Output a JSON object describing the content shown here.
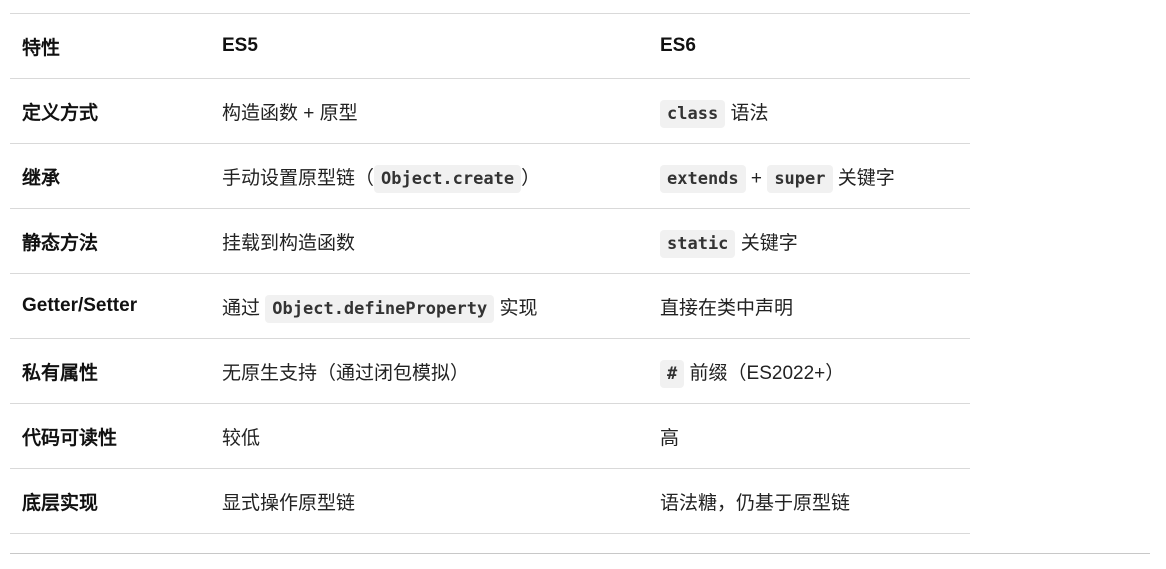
{
  "table": {
    "headers": [
      "特性",
      "ES5",
      "ES6"
    ],
    "rows": [
      {
        "feature": "定义方式",
        "es5": [
          {
            "t": "构造函数 + 原型"
          }
        ],
        "es6": [
          {
            "t": "class",
            "code": true
          },
          {
            "t": " 语法"
          }
        ]
      },
      {
        "feature": "继承",
        "es5": [
          {
            "t": "手动设置原型链（"
          },
          {
            "t": "Object.create",
            "code": true
          },
          {
            "t": "）"
          }
        ],
        "es6": [
          {
            "t": "extends",
            "code": true
          },
          {
            "t": " + "
          },
          {
            "t": "super",
            "code": true
          },
          {
            "t": " 关键字"
          }
        ]
      },
      {
        "feature": "静态方法",
        "es5": [
          {
            "t": "挂载到构造函数"
          }
        ],
        "es6": [
          {
            "t": "static",
            "code": true
          },
          {
            "t": " 关键字"
          }
        ]
      },
      {
        "feature": "Getter/Setter",
        "es5": [
          {
            "t": "通过 "
          },
          {
            "t": "Object.defineProperty",
            "code": true
          },
          {
            "t": " 实现"
          }
        ],
        "es6": [
          {
            "t": "直接在类中声明"
          }
        ]
      },
      {
        "feature": "私有属性",
        "es5": [
          {
            "t": "无原生支持（通过闭包模拟）"
          }
        ],
        "es6": [
          {
            "t": "#",
            "code": true
          },
          {
            "t": " 前缀（ES2022+）"
          }
        ]
      },
      {
        "feature": "代码可读性",
        "es5": [
          {
            "t": "较低"
          }
        ],
        "es6": [
          {
            "t": "高"
          }
        ]
      },
      {
        "feature": "底层实现",
        "es5": [
          {
            "t": "显式操作原型链"
          }
        ],
        "es6": [
          {
            "t": "语法糖，仍基于原型链"
          }
        ]
      }
    ]
  }
}
